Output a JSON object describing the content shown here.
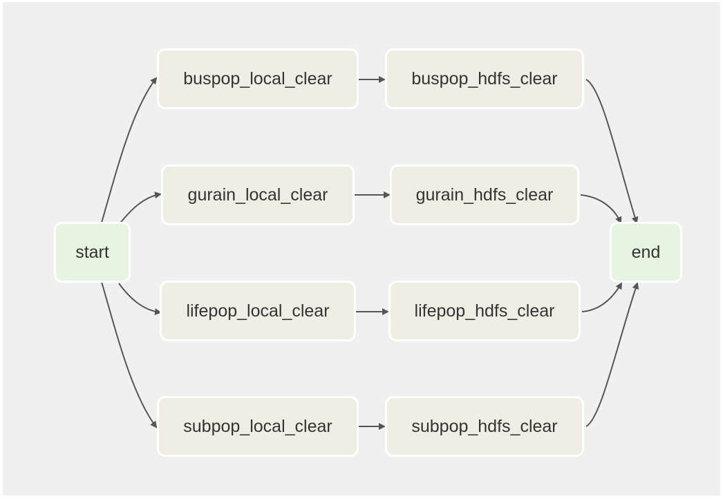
{
  "diagram": {
    "type": "dag",
    "node_colors": {
      "task": "#f0ede4",
      "terminal": "#e6f4e1",
      "border": "#ffffff",
      "edge": "#555555",
      "background": "#f0f0f0"
    },
    "nodes": {
      "start": {
        "label": "start",
        "kind": "terminal"
      },
      "end": {
        "label": "end",
        "kind": "terminal"
      },
      "buspop_local_clear": {
        "label": "buspop_local_clear",
        "kind": "task"
      },
      "buspop_hdfs_clear": {
        "label": "buspop_hdfs_clear",
        "kind": "task"
      },
      "gurain_local_clear": {
        "label": "gurain_local_clear",
        "kind": "task"
      },
      "gurain_hdfs_clear": {
        "label": "gurain_hdfs_clear",
        "kind": "task"
      },
      "lifepop_local_clear": {
        "label": "lifepop_local_clear",
        "kind": "task"
      },
      "lifepop_hdfs_clear": {
        "label": "lifepop_hdfs_clear",
        "kind": "task"
      },
      "subpop_local_clear": {
        "label": "subpop_local_clear",
        "kind": "task"
      },
      "subpop_hdfs_clear": {
        "label": "subpop_hdfs_clear",
        "kind": "task"
      }
    },
    "edges": [
      {
        "from": "start",
        "to": "buspop_local_clear"
      },
      {
        "from": "start",
        "to": "gurain_local_clear"
      },
      {
        "from": "start",
        "to": "lifepop_local_clear"
      },
      {
        "from": "start",
        "to": "subpop_local_clear"
      },
      {
        "from": "buspop_local_clear",
        "to": "buspop_hdfs_clear"
      },
      {
        "from": "gurain_local_clear",
        "to": "gurain_hdfs_clear"
      },
      {
        "from": "lifepop_local_clear",
        "to": "lifepop_hdfs_clear"
      },
      {
        "from": "subpop_local_clear",
        "to": "subpop_hdfs_clear"
      },
      {
        "from": "buspop_hdfs_clear",
        "to": "end"
      },
      {
        "from": "gurain_hdfs_clear",
        "to": "end"
      },
      {
        "from": "lifepop_hdfs_clear",
        "to": "end"
      },
      {
        "from": "subpop_hdfs_clear",
        "to": "end"
      }
    ]
  }
}
